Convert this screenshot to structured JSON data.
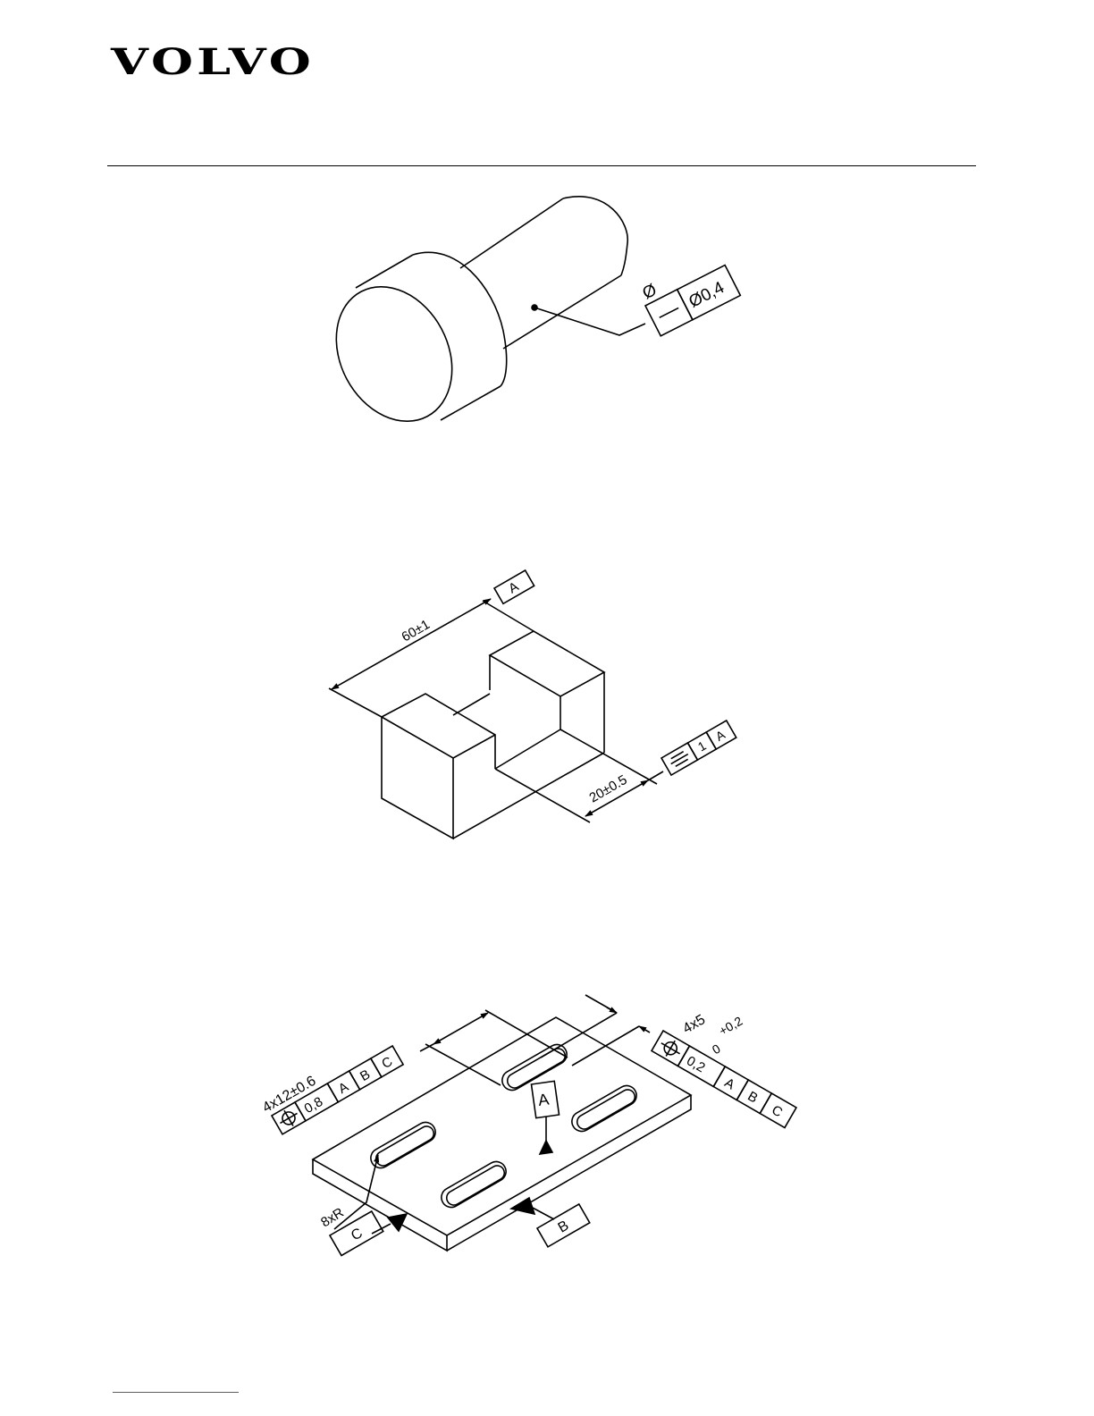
{
  "brand": {
    "logo": "VOLVO"
  },
  "figures": [
    {
      "name": "cylinder-straightness",
      "fcf": {
        "above_symbol": "Ø",
        "characteristic": "straightness",
        "tolerance": "Ø0,4"
      }
    },
    {
      "name": "slot-block-symmetry",
      "datum_label": "A",
      "dim_length": "60±1",
      "dim_slot": "20±0.5",
      "fcf": {
        "characteristic": "symmetry",
        "tolerance": "1",
        "datum": "A"
      }
    },
    {
      "name": "slotted-plate-position",
      "datum_a": "A",
      "datum_b": "B",
      "datum_c": "C",
      "radius_note": "8xR",
      "fcf_left": {
        "note": "4x12±0.6",
        "characteristic": "position",
        "tolerance": "0,8",
        "datums": [
          "A",
          "B",
          "C"
        ]
      },
      "fcf_right": {
        "note": "4x5",
        "tol_upper": "+0,2",
        "tol_lower": "0",
        "characteristic": "position",
        "tolerance": "0,2",
        "datums": [
          "A",
          "B",
          "C"
        ]
      }
    }
  ]
}
